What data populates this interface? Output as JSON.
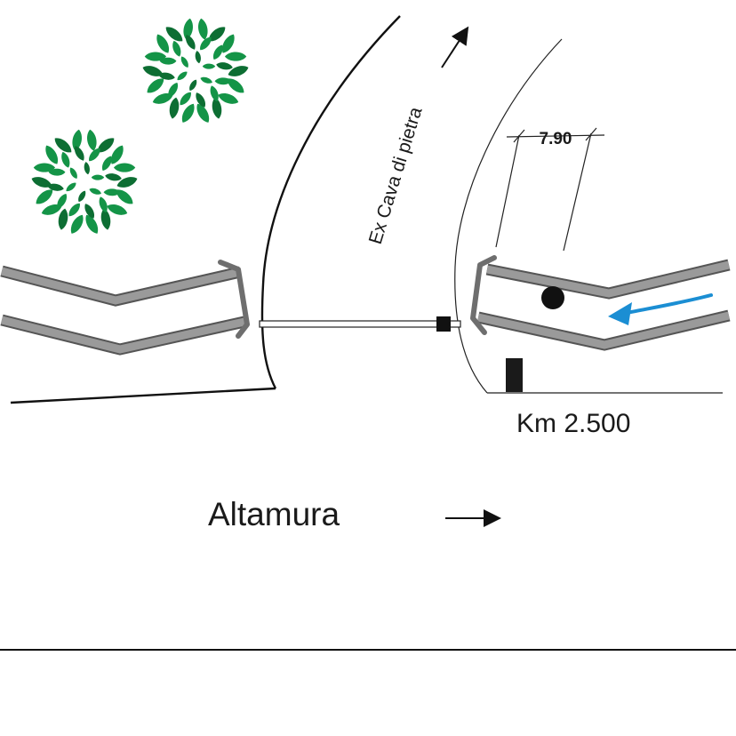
{
  "labels": {
    "cava": "Ex Cava di pietra",
    "dimension": "7.90",
    "km": "Km 2.500",
    "town": "Altamura"
  },
  "colors": {
    "tree": "#149447",
    "tree_dark": "#0d6e33",
    "flow_arrow": "#1b8ed3",
    "line": "#111111",
    "barrier_outline": "#555555",
    "barrier_fill": "#9a9a9a"
  },
  "icons": {
    "trees": "tree-canopy-icon",
    "flow": "curved-arrow-icon",
    "gate": "gate-post-icon",
    "marker": "km-marker-icon",
    "dot": "point-marker-icon"
  }
}
